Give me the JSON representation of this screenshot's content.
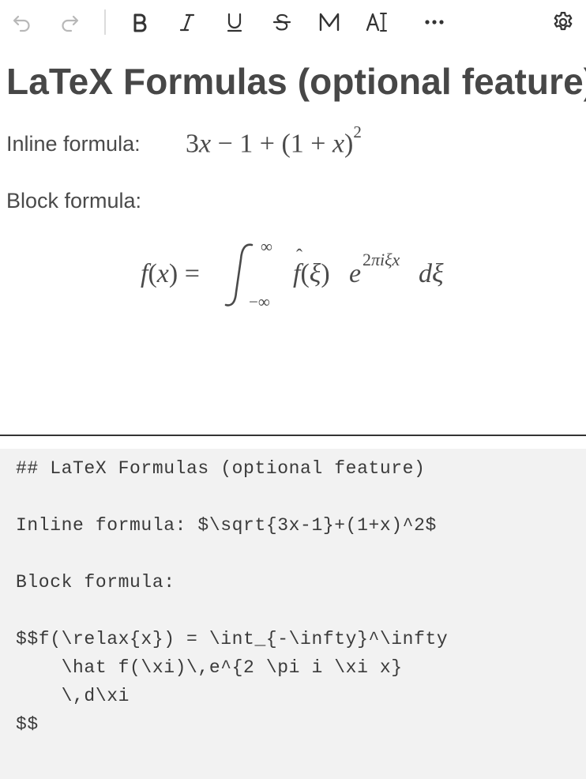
{
  "toolbar": {
    "buttons": [
      {
        "name": "undo",
        "icon": "undo-icon"
      },
      {
        "name": "redo",
        "icon": "redo-icon"
      },
      {
        "name": "bold",
        "icon": "bold-icon",
        "glyph": "B"
      },
      {
        "name": "italic",
        "icon": "italic-icon",
        "glyph": "I"
      },
      {
        "name": "underline",
        "icon": "underline-icon",
        "glyph": "U"
      },
      {
        "name": "strikethrough",
        "icon": "strikethrough-icon",
        "glyph": "S"
      },
      {
        "name": "monospace",
        "icon": "monospace-icon",
        "glyph": "M"
      },
      {
        "name": "clear-format",
        "icon": "clear-format-icon",
        "glyph": "AI"
      },
      {
        "name": "more",
        "icon": "more-icon",
        "glyph": "•••"
      },
      {
        "name": "settings",
        "icon": "gear-icon"
      }
    ]
  },
  "preview": {
    "title": "LaTeX Formulas (optional feature)",
    "inline_label": "Inline formula:",
    "block_label": "Block formula:"
  },
  "editor": {
    "lines": [
      "## LaTeX Formulas (optional feature)",
      "Inline formula: $\\sqrt{3x-1}+(1+x)^2$",
      "Block formula:",
      "$$f(\\relax{x}) = \\int_{-\\infty}^\\infty",
      "    \\hat f(\\xi)\\,e^{2 \\pi i \\xi x}",
      "    \\,d\\xi",
      "$$"
    ]
  },
  "colors": {
    "text": "#474747",
    "icon_disabled": "#b8b8b8",
    "icon": "#333333",
    "editor_bg": "#f2f2f2",
    "divider": "#333333"
  }
}
